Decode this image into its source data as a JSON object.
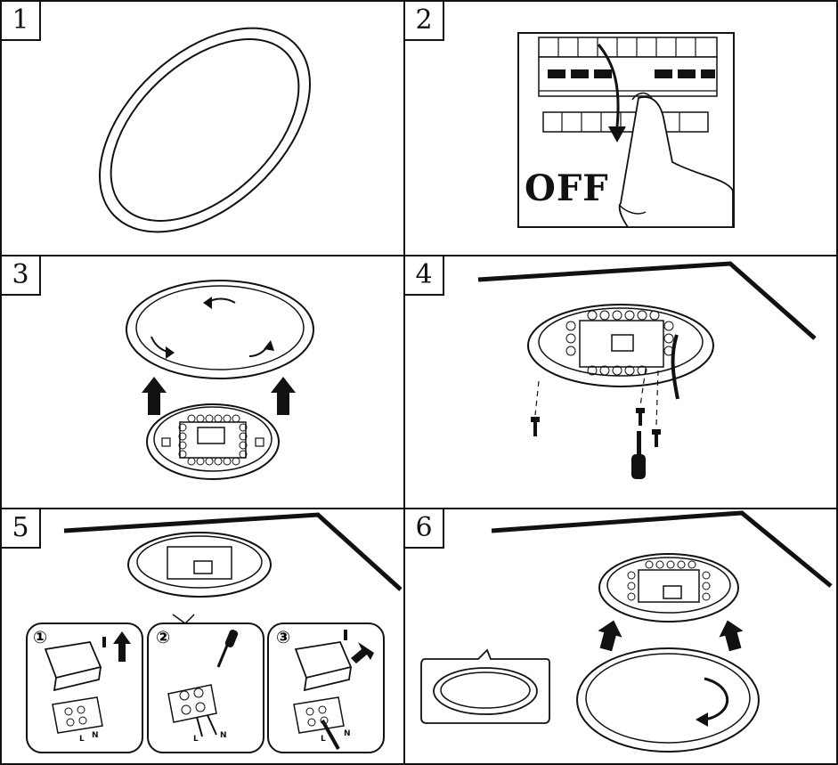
{
  "steps": [
    {
      "number": "1"
    },
    {
      "number": "2",
      "label": "OFF"
    },
    {
      "number": "3"
    },
    {
      "number": "4"
    },
    {
      "number": "5",
      "substeps": [
        "①",
        "②",
        "③"
      ],
      "terminals": [
        "L",
        "N"
      ]
    },
    {
      "number": "6"
    }
  ],
  "colors": {
    "ink": "#111111",
    "paper": "#ffffff"
  }
}
